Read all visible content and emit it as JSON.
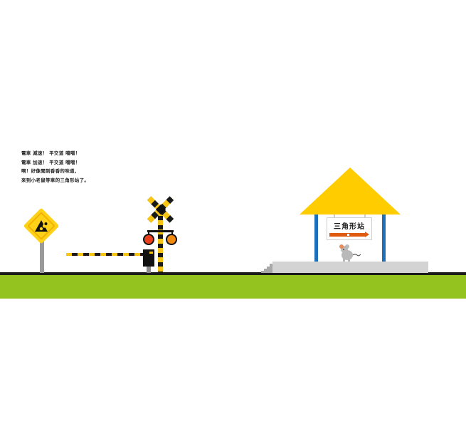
{
  "page": {
    "type": "picture-book-spread",
    "background": "#ffffff"
  },
  "story": {
    "lines": [
      "電車 減速！ 平交道 噹噹！",
      "電車 加速！ 平交道 噹噹！",
      "啊！好像聞到香香的味道，",
      "來到小老鼠等車的三角形站了。"
    ]
  },
  "scene": {
    "colors": {
      "grass": "#94c21e",
      "ground_line": "#1a1a1a",
      "sign_yellow": "#ffd21a",
      "crossing_yellow": "#f6c516",
      "lamp_red": "#e8401c",
      "lamp_orange": "#f08a10",
      "roof_yellow": "#ffcc00",
      "post_blue": "#1e6fb8",
      "platform_gray": "#d3d3d3",
      "arrow_orange": "#e05a10"
    },
    "road_sign": {
      "icon": "falling-rocks-warning-icon"
    },
    "railway_crossing": {
      "icon": "crossbuck-icon",
      "lamps": 2
    },
    "station": {
      "name": "三角形站",
      "character": "mouse-icon"
    }
  }
}
